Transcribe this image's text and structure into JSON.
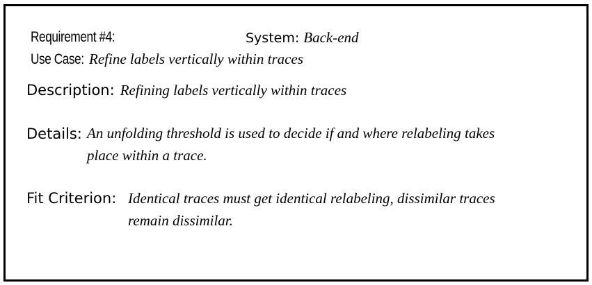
{
  "requirement": {
    "label": "Requirement #4:",
    "system_label": "System:",
    "system_value": "Back-end"
  },
  "use_case": {
    "label": "Use Case:",
    "value": "Refine labels vertically within traces"
  },
  "description": {
    "label": "Description:",
    "value": "Refining labels vertically within traces"
  },
  "details": {
    "label": "Details:",
    "lines": [
      "An unfolding threshold  is used to decide if and where relabeling takes",
      "place within a trace."
    ]
  },
  "fit_criterion": {
    "label": "Fit Criterion:",
    "lines": [
      "Identical traces must get identical relabeling, dissimilar traces",
      "remain dissimilar."
    ]
  }
}
